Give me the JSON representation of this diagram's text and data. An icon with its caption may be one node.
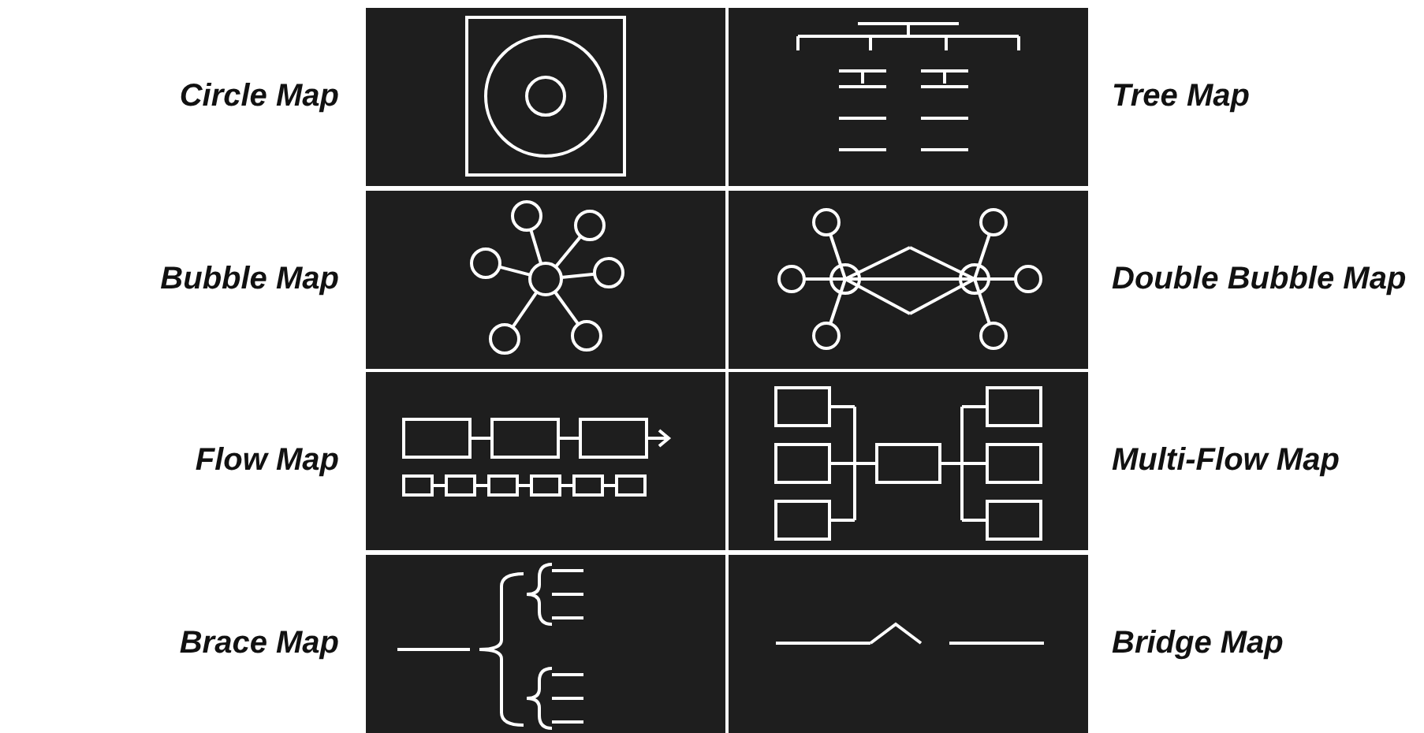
{
  "diagram": {
    "nodes": [
      {
        "text": [
          "Circle Map"
        ]
      },
      {
        "text": [
          "Tree Map"
        ]
      },
      {
        "text": [
          "Bubble Map"
        ]
      },
      {
        "text": [
          "Double Bubble Map"
        ]
      },
      {
        "text": [
          "Flow Map"
        ]
      },
      {
        "text": [
          "Multi-Flow Map"
        ]
      },
      {
        "text": [
          "Brace Map"
        ]
      },
      {
        "text": [
          "Bridge Map"
        ]
      }
    ]
  }
}
